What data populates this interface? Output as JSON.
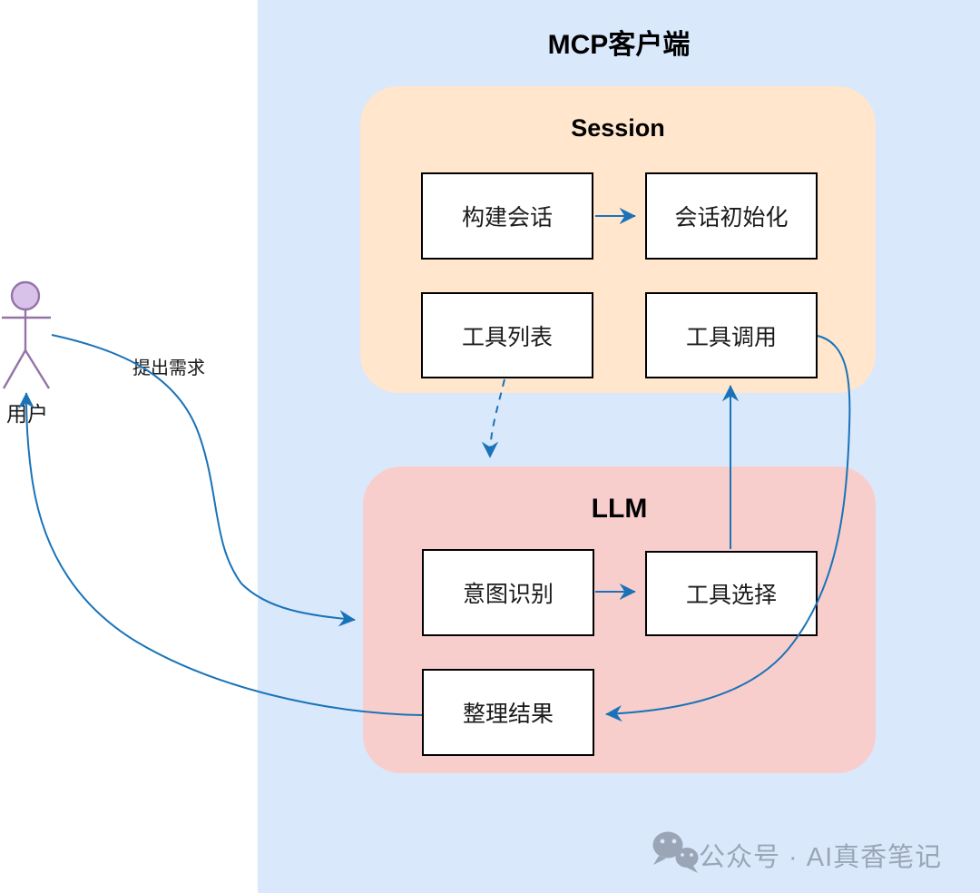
{
  "containers": {
    "client": {
      "title": "MCP客户端"
    },
    "session": {
      "title": "Session"
    },
    "llm": {
      "title": "LLM"
    }
  },
  "nodes": {
    "build_session": "构建会话",
    "session_init": "会话初始化",
    "tool_list": "工具列表",
    "tool_call": "工具调用",
    "intent_recognition": "意图识别",
    "tool_selection": "工具选择",
    "organize_results": "整理结果"
  },
  "actor": {
    "label": "用户"
  },
  "edges": {
    "request_label": "提出需求",
    "flows": [
      "构建会话 → 会话初始化",
      "工具列表 ⇢ LLM (dashed)",
      "意图识别 → 工具选择",
      "工具选择 → 工具调用",
      "工具调用 → 整理结果",
      "用户 → LLM (提出需求)",
      "整理结果 → 用户"
    ]
  },
  "watermark": {
    "icon": "wechat-icon",
    "text": "公众号 · AI真香笔记"
  },
  "colors": {
    "client_bg": "#dae8fc",
    "session_bg": "#ffe6cc",
    "llm_bg": "#f8cecc",
    "node_bg": "#ffffff",
    "node_border": "#000000",
    "arrow": "#1a73b8",
    "actor_stroke": "#9673a6",
    "actor_fill": "#d9c2e9",
    "watermark": "#9aa6b6"
  }
}
